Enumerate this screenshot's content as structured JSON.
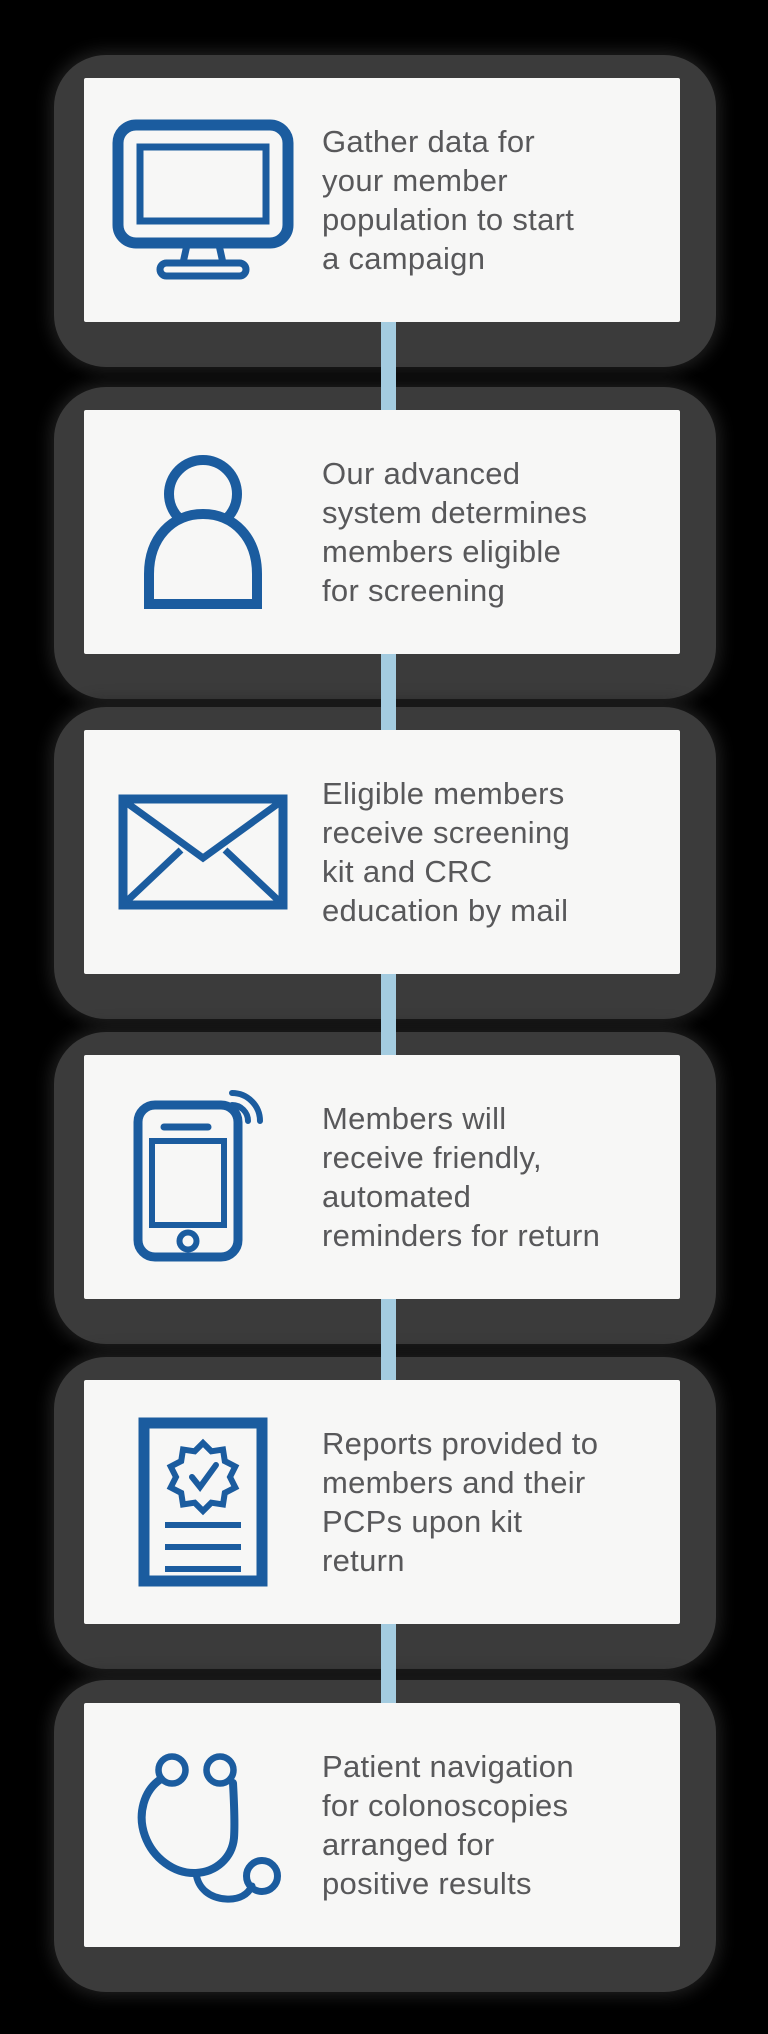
{
  "flow": {
    "colors": {
      "background": "#000000",
      "card_shell": "#3b3b3b",
      "card_background": "#f7f7f6",
      "icon_blue": "#1b5c9f",
      "connector_blue": "#a4cce0",
      "text_gray": "#58585a"
    },
    "steps": [
      {
        "icon": "monitor-icon",
        "text": "Gather data for\nyour member\npopulation to start\na campaign"
      },
      {
        "icon": "person-icon",
        "text": "Our advanced\nsystem determines\nmembers eligible\nfor screening"
      },
      {
        "icon": "envelope-icon",
        "text": "Eligible members\nreceive screening\nkit and CRC\neducation by mail"
      },
      {
        "icon": "phone-icon",
        "text": "Members will\nreceive friendly,\nautomated\nreminders for return"
      },
      {
        "icon": "report-icon",
        "text": "Reports provided to\nmembers and their\nPCPs upon kit\nreturn"
      },
      {
        "icon": "stethoscope-icon",
        "text": "Patient navigation\nfor colonoscopies\narranged for\npositive results"
      }
    ]
  }
}
